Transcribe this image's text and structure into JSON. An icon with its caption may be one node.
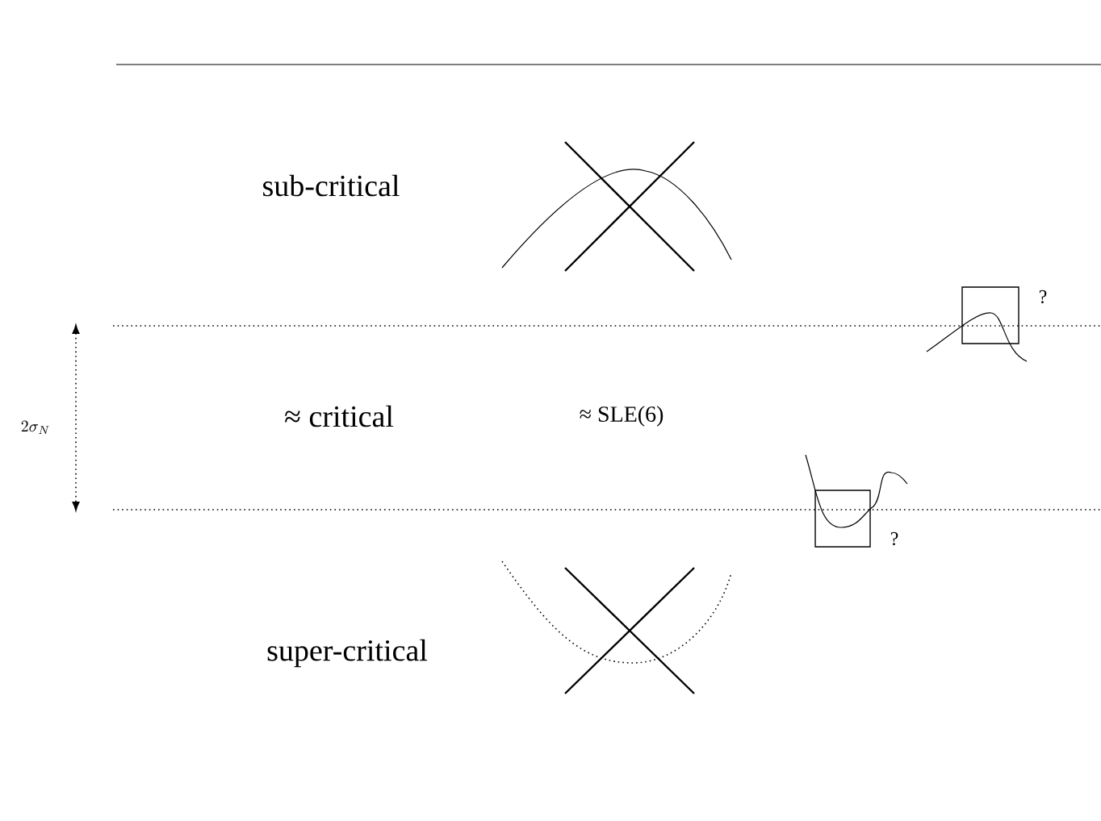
{
  "diagram": {
    "labels": [
      "sub-critical",
      "?",
      "2\\sigma_N",
      "≈ critical",
      "≈ SLE(6)",
      "?",
      "super-critical"
    ]
  }
}
